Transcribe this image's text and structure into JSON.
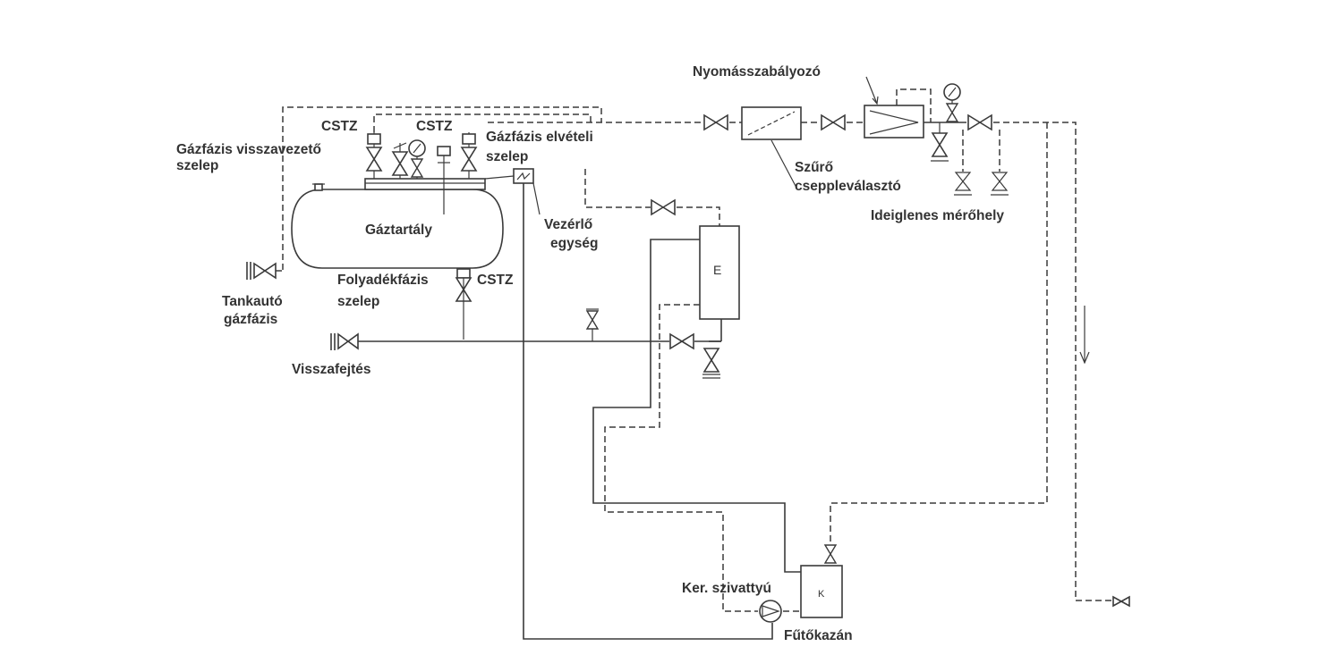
{
  "diagram": {
    "labels": {
      "pressure_regulator": "Nyomásszabályozó",
      "cstz_left": "CSTZ",
      "cstz_mid": "CSTZ",
      "cstz_liquid": "CSTZ",
      "gas_return_valve_line1": "Gázfázis visszavezető",
      "gas_return_valve_line2": "szelep",
      "gas_withdrawal_line1": "Gázfázis elvételi",
      "gas_withdrawal_line2": "szelep",
      "tank": "Gáztartály",
      "control_unit_line1": "Vezérlő",
      "control_unit_line2": "egység",
      "filter_line1": "Szűrő",
      "filter_line2": "cseppleválasztó",
      "temp_metering": "Ideiglenes mérőhely",
      "tanker_gas_line1": "Tankautó",
      "tanker_gas_line2": "gázfázis",
      "liquid_valve_line1": "Folyadékfázis",
      "liquid_valve_line2": "szelep",
      "recovery": "Visszafejtés",
      "evaporator": "E",
      "circ_pump": "Ker. szivattyú",
      "boiler": "Fűtőkazán",
      "boiler_letter": "K"
    }
  }
}
